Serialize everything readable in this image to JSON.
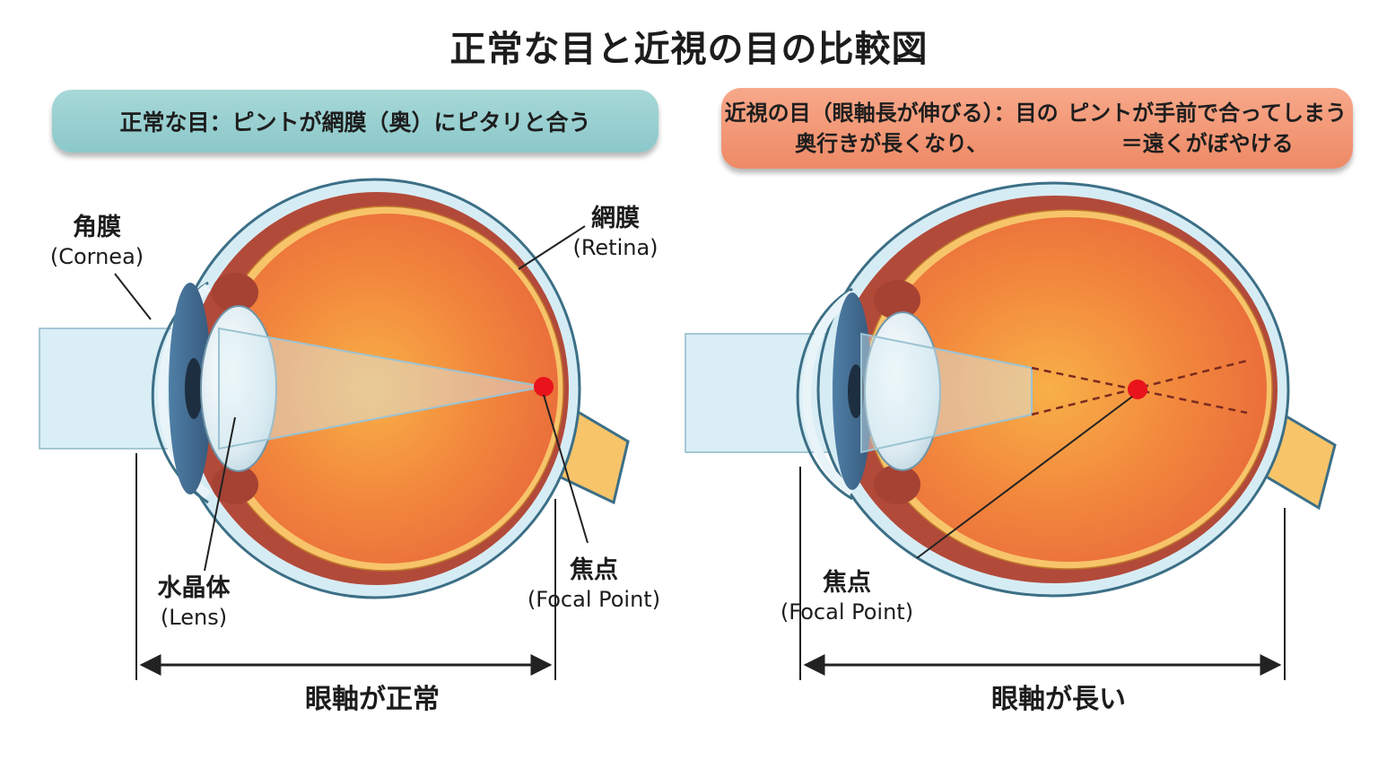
{
  "title": "正常な目と近視の目の比較図",
  "normal_eye": {
    "banner": "正常な目：ピントが網膜（奥）にピタリと合う",
    "labels": {
      "cornea_ja": "角膜",
      "cornea_en": "(Cornea)",
      "retina_ja": "網膜",
      "retina_en": "(Retina)",
      "lens_ja": "水晶体",
      "lens_en": "(Lens)",
      "focal_ja": "焦点",
      "focal_en": "(Focal Point)"
    },
    "axis_caption": "眼軸が正常"
  },
  "myopic_eye": {
    "banner_line1": "近視の目（眼軸長が伸びる）：目の奥行きが長くなり、",
    "banner_line2": "ピントが手前で合ってしまう＝遠くがぼやける",
    "labels": {
      "focal_ja": "焦点",
      "focal_en": "(Focal Point)"
    },
    "axis_caption": "眼軸が長い"
  },
  "colors": {
    "normal_banner": "#97cfd0",
    "myopic_banner": "#f29675",
    "vitreous": "#f07a3a",
    "choroid": "#b24a3a",
    "retina_layer": "#f7c46a",
    "sclera": "#d6ecf4",
    "light_beam": "#d9eef5",
    "focal_point": "#e8131b"
  }
}
